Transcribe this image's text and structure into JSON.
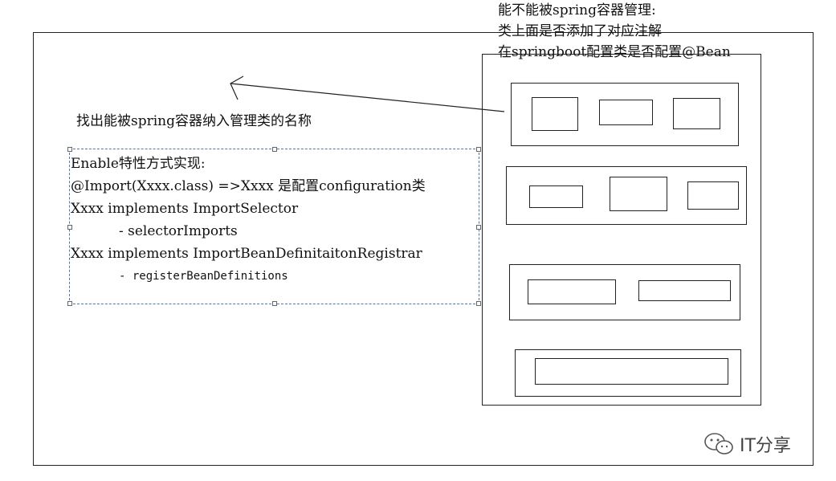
{
  "note": {
    "line1": "能不能被spring容器管理:",
    "line2": "类上面是否添加了对应注解",
    "line3": "在springboot配置类是否配置@Bean"
  },
  "heading": "找出能被spring容器纳入管理类的名称",
  "code": {
    "line1": "Enable特性方式实现:",
    "line2": "@Import(Xxxx.class) =>Xxxx 是配置configuration类",
    "line3": "Xxxx implements ImportSelector",
    "line4": "- selectorImports",
    "line5": "Xxxx implements ImportBeanDefinitaitonRegistrar",
    "line6": "- registerBeanDefinitions"
  },
  "watermark": {
    "text": "IT分享",
    "icon": "wechat-icon"
  }
}
